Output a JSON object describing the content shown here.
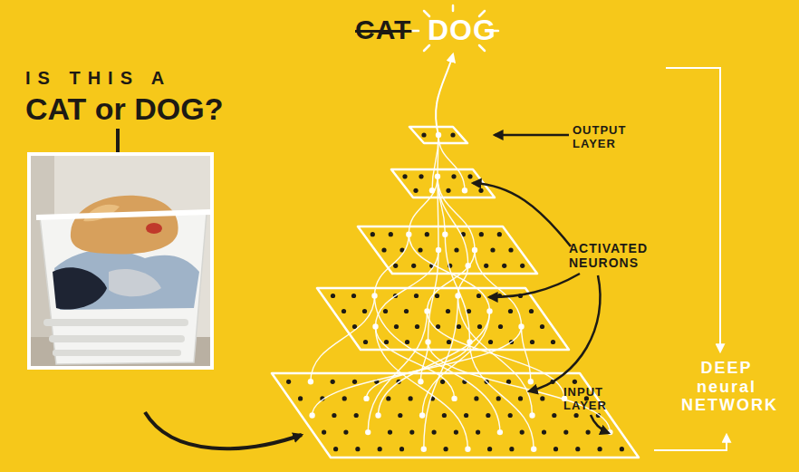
{
  "diagram": {
    "title": "IS THIS A CAT or DOG?",
    "labels": [
      "CAT",
      "DOG",
      "OUTPUT LAYER",
      "ACTIVATED NEURONS",
      "INPUT LAYER",
      "DEEP neural NETWORK"
    ]
  }
}
